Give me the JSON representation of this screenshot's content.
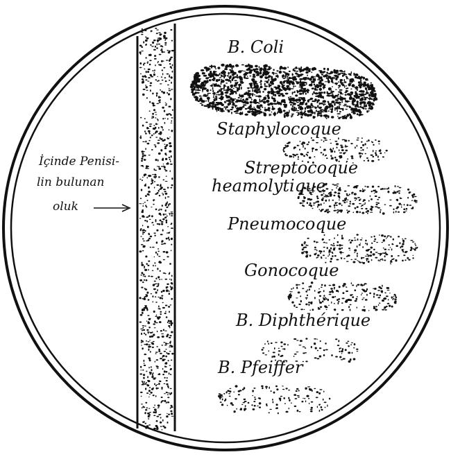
{
  "figure": {
    "ink_color": "#111111",
    "paper_color": "#ffffff"
  },
  "trough_annotation": {
    "lines": [
      "İçinde Penisi-",
      "lin bulunan",
      "oluk"
    ]
  },
  "colonies": [
    {
      "name": "B. Coli",
      "density": 0.85
    },
    {
      "name": "Staphylocoque",
      "density": 0.32
    },
    {
      "name": "Streptocoque heamolytique",
      "density": 0.42
    },
    {
      "name": "Pneumocoque",
      "density": 0.36
    },
    {
      "name": "Gonocoque",
      "density": 0.34
    },
    {
      "name": "B. Diphthérique",
      "density": 0.2
    },
    {
      "name": "B. Pfeiffer",
      "density": 0.24
    }
  ]
}
